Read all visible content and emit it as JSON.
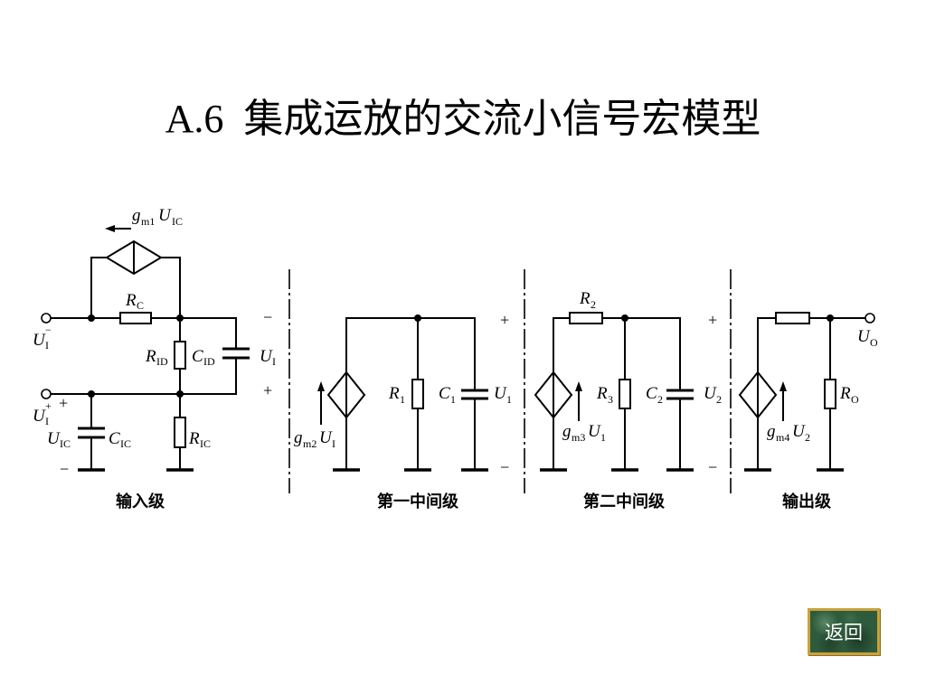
{
  "title": "A.6  集成运放的交流小信号宏模型",
  "stages": {
    "input": "输入级",
    "intermediate1": "第一中间级",
    "intermediate2": "第二中间级",
    "output": "输出级"
  },
  "signs": {
    "plus": "+",
    "minus": "−"
  },
  "labels": {
    "gm1_uic": [
      [
        "g",
        "m1"
      ],
      [
        "U",
        "IC"
      ]
    ],
    "rc": [
      [
        "R",
        "C"
      ]
    ],
    "ui_minus": [
      [
        "U",
        "I",
        "−"
      ]
    ],
    "ui_plus": [
      [
        "U",
        "I",
        "+"
      ]
    ],
    "rid": [
      [
        "R",
        "ID"
      ]
    ],
    "cid": [
      [
        "C",
        "ID"
      ]
    ],
    "ui": [
      [
        "U",
        "I"
      ]
    ],
    "uic": [
      [
        "U",
        "IC"
      ]
    ],
    "cic": [
      [
        "C",
        "IC"
      ]
    ],
    "ric": [
      [
        "R",
        "IC"
      ]
    ],
    "gm2_ui": [
      [
        "g",
        "m2"
      ],
      [
        "U",
        "I"
      ]
    ],
    "r1": [
      [
        "R",
        "1"
      ]
    ],
    "c1": [
      [
        "C",
        "1"
      ]
    ],
    "u1": [
      [
        "U",
        "1"
      ]
    ],
    "r2": [
      [
        "R",
        "2"
      ]
    ],
    "gm3_u1": [
      [
        "g",
        "m3"
      ],
      [
        "U",
        "1"
      ]
    ],
    "r3": [
      [
        "R",
        "3"
      ]
    ],
    "c2": [
      [
        "C",
        "2"
      ]
    ],
    "u2": [
      [
        "U",
        "2"
      ]
    ],
    "gm4_u2": [
      [
        "g",
        "m4"
      ],
      [
        "U",
        "2"
      ]
    ],
    "ro": [
      [
        "R",
        "O"
      ]
    ],
    "uo": [
      [
        "U",
        "O"
      ]
    ]
  },
  "button": {
    "label": "返回",
    "background": "#2f5b3d",
    "border": "#c9a23c",
    "text_color": "#ffffff"
  }
}
